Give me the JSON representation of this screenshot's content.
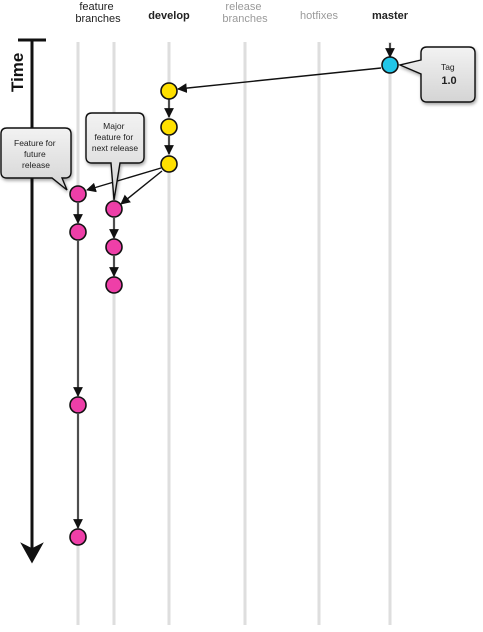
{
  "time_label": "Time",
  "columns": {
    "feature": [
      "feature",
      "branches"
    ],
    "develop": "develop",
    "release": [
      "release",
      "branches"
    ],
    "hotfixes": "hotfixes",
    "master": "master"
  },
  "callouts": {
    "tag": [
      "Tag",
      "1.0"
    ],
    "future_feature": [
      "Feature for",
      "future",
      "release"
    ],
    "major_feature": [
      "Major",
      "feature for",
      "next release"
    ]
  },
  "colors": {
    "lane": "#dedede",
    "develop_commit": "#ffe000",
    "feature_commit": "#ee3fa8",
    "master_commit": "#22c6e8",
    "callout_fill": "#e6e6e6"
  }
}
